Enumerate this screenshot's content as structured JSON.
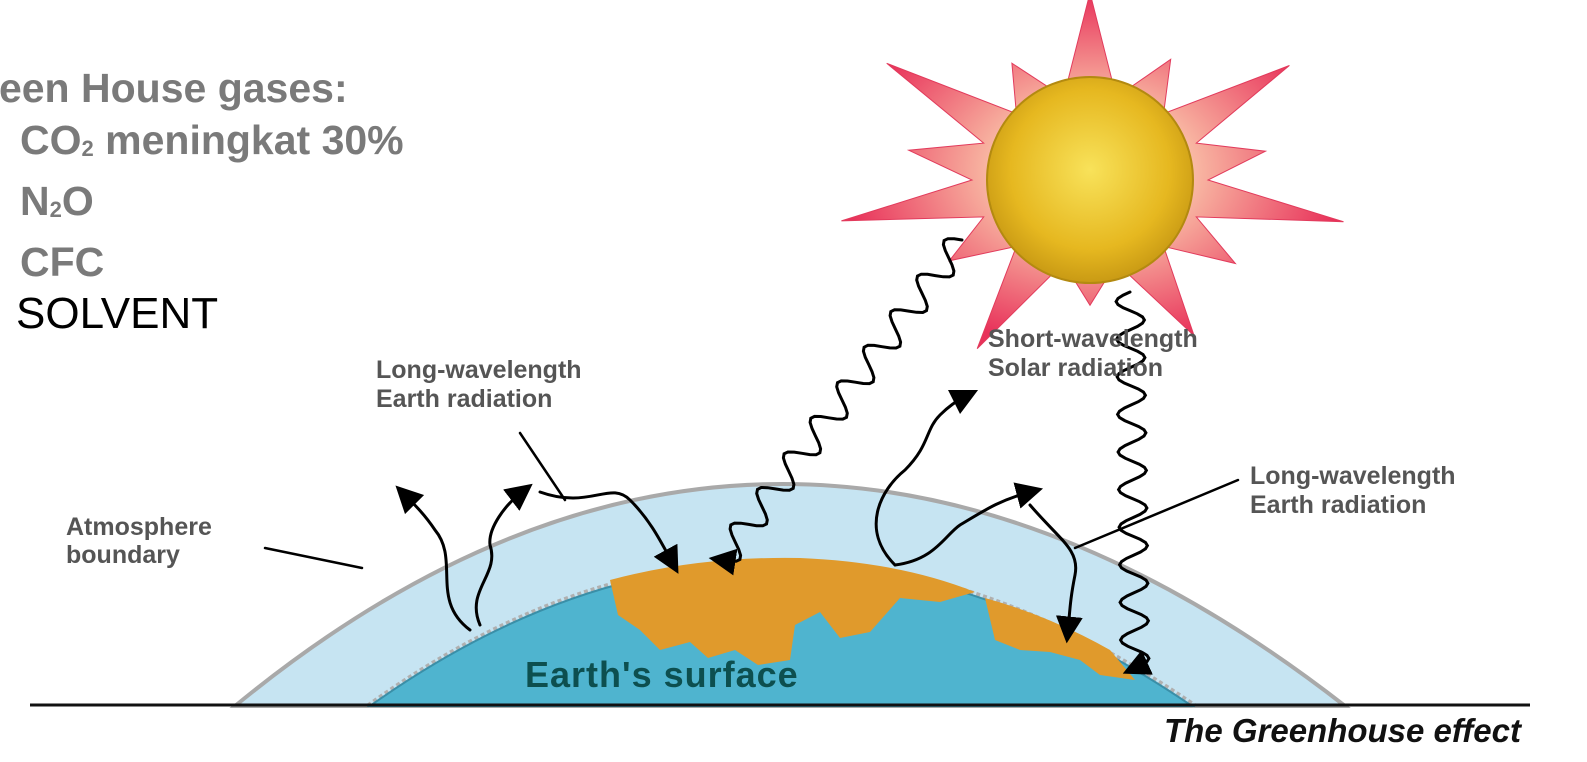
{
  "gases": {
    "heading": "reen House gases:",
    "items": [
      {
        "main": "CO",
        "sub": "2",
        "rest": " meningkat 30%"
      },
      {
        "main": "N",
        "sub": "2",
        "rest": "O"
      },
      {
        "main": "CFC",
        "sub": "",
        "rest": ""
      }
    ],
    "extra": "SOLVENT"
  },
  "labels": {
    "long_wave_left": [
      "Long-wavelength",
      "Earth radiation"
    ],
    "short_wave": [
      "Short-wavelength",
      "Solar radiation"
    ],
    "long_wave_right": [
      "Long-wavelength",
      "Earth radiation"
    ],
    "atmosphere": [
      "Atmosphere",
      "boundary"
    ],
    "earth_surface": "Earth's surface",
    "caption": "The Greenhouse effect"
  },
  "colors": {
    "sun_rays": "#ee3355",
    "sun_core": "#e6b820",
    "atmosphere": "#c6e4f2",
    "earth": "#4fb4cf",
    "land": "#e09a2c",
    "arrows": "#000000"
  }
}
